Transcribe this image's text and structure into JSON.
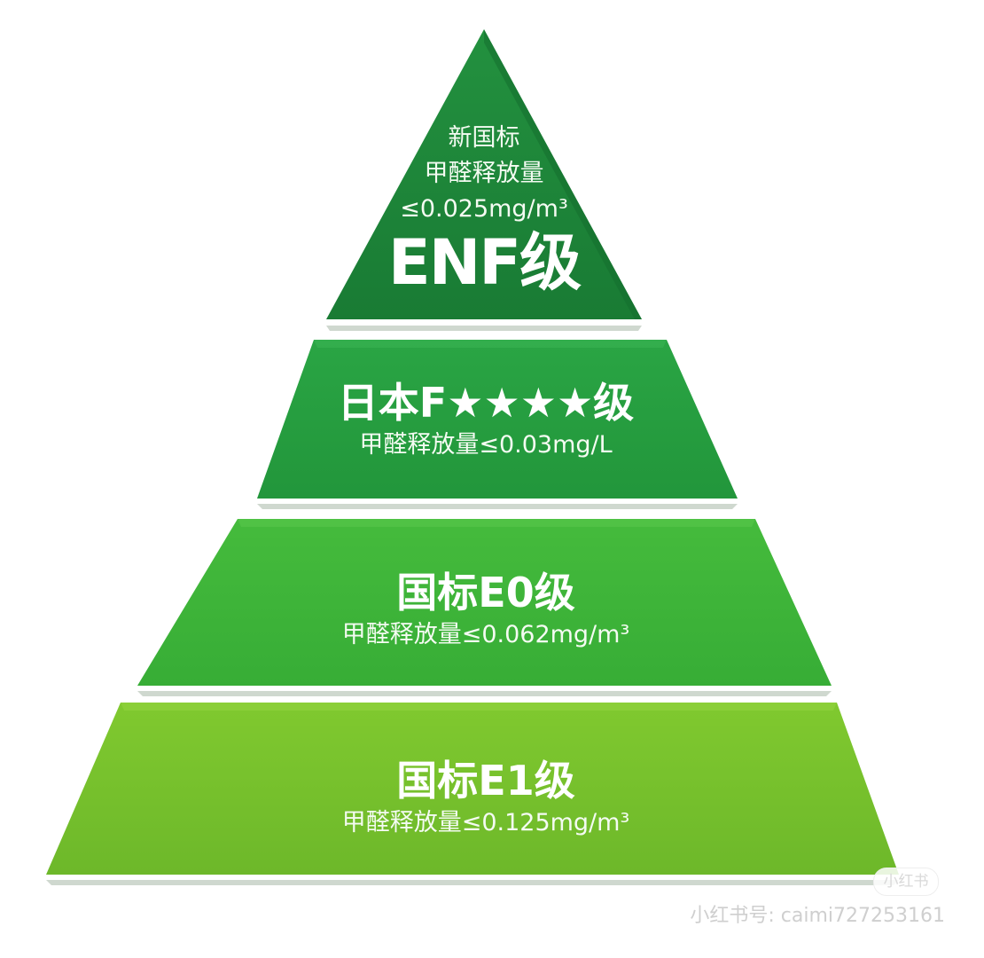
{
  "pyramid": {
    "levels": [
      {
        "lines": [
          "新国标",
          "甲醛释放量",
          "≤0.025mg/m³"
        ],
        "title": "ENF级",
        "color": "#1e8a3c"
      },
      {
        "title": "日本F★★★★级",
        "subtitle": "甲醛释放量≤0.03mg/L",
        "color": "#27a041"
      },
      {
        "title": "国标E0级",
        "subtitle": "甲醛释放量≤0.062mg/m³",
        "color": "#3db53a"
      },
      {
        "title": "国标E1级",
        "subtitle": "甲醛释放量≤0.125mg/m³",
        "color": "#74c12d"
      }
    ]
  },
  "watermark": {
    "badge": "小红书",
    "id_text": "小红书号: caimi727253161"
  }
}
